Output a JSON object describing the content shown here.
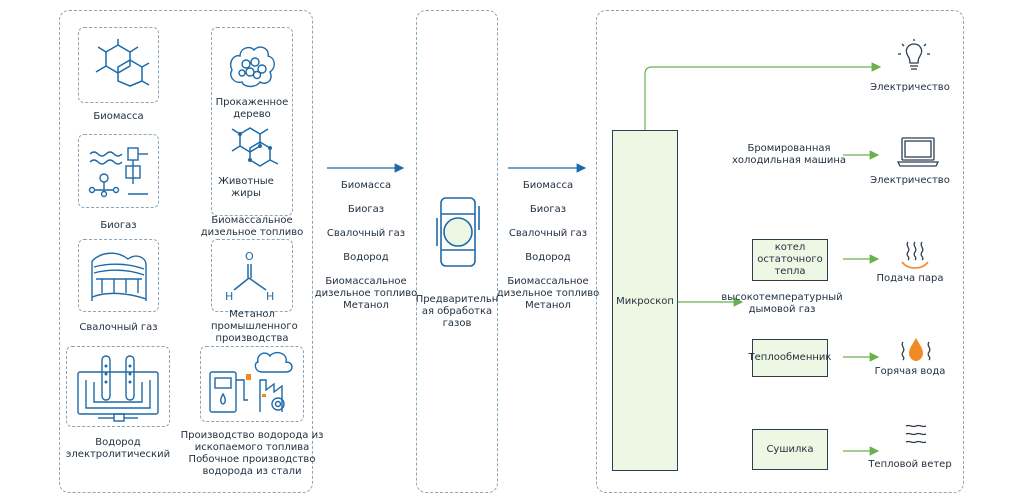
{
  "sources": {
    "biomass": "Биомасса",
    "prok_wood": [
      "Прокаженное",
      "дерево"
    ],
    "biogas": "Биогаз",
    "animal_fats": [
      "Животные",
      "жиры"
    ],
    "biodiesel": [
      "Биомассальное",
      "дизельное топливо"
    ],
    "landfill": "Свалочный газ",
    "methanol": [
      "Метанол",
      "промышленного",
      "производства"
    ],
    "hydrogen": [
      "Водород",
      "электролитический"
    ],
    "fossil_h2": [
      "Производство водорода из",
      "ископаемого топлива",
      "Побочное производство",
      "водорода из стали"
    ]
  },
  "flow_left": [
    "Биомасса",
    "Биогаз",
    "Свалочный газ",
    "Водород",
    "Биомассальное",
    "дизельное топливо",
    "Метанол"
  ],
  "pretreat": [
    "Предварительн",
    "ая обработка",
    "газов"
  ],
  "flow_right": [
    "Биомасса",
    "Биогаз",
    "Свалочный газ",
    "Водород",
    "Биомассальное",
    "дизельное топливо",
    "Метанол"
  ],
  "micro_label": "Микроскоп",
  "outputs": {
    "electricity_1": "Электричество",
    "chiller": [
      "Бромированная",
      "холодильная машина"
    ],
    "electricity_2": "Электричество",
    "boiler": [
      "котел",
      "остаточного",
      "тепла"
    ],
    "steam": "Подача пара",
    "flue": [
      "высокотемпературный",
      "дымовой газ"
    ],
    "exchanger": "Теплообменник",
    "hot_water": "Горячая вода",
    "dryer": "Сушилка",
    "hot_wind": "Тепловой ветер"
  },
  "colors": {
    "line_blue": "#1e6aa8",
    "line_green": "#6ab04c",
    "fill_green": "#eef7e4",
    "icon_blue": "#1e6aa8",
    "icon_orange": "#f08a24"
  }
}
